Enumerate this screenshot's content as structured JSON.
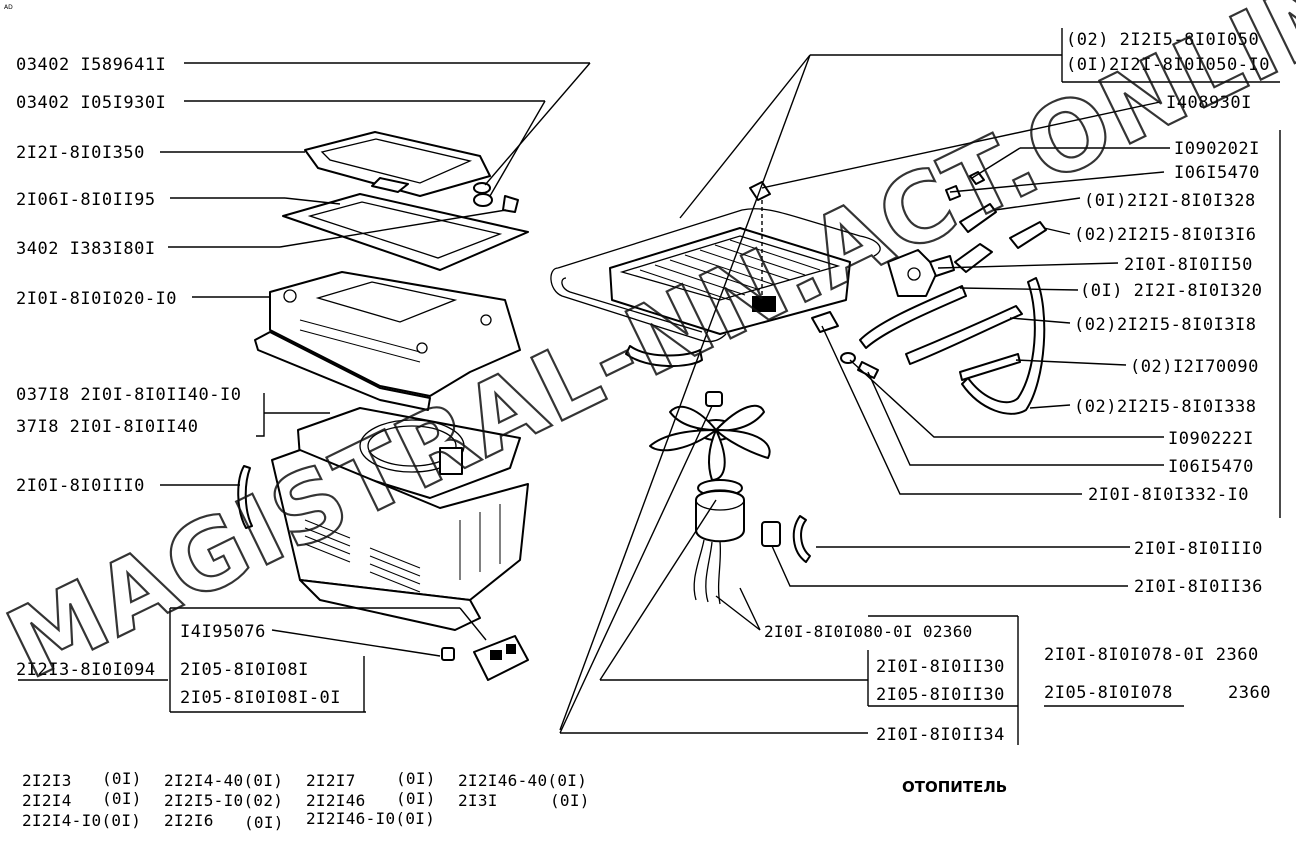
{
  "corner_mark": "AD",
  "title": "ОТОПИТЕЛЬ",
  "watermark": "MAGISTRAL-NN.ACT.ONLINE",
  "left_labels": [
    "03402  I589641I",
    "03402  I05I930I",
    "2I2I-8I0I350",
    "2I06I-8I0II95",
    "3402  I383I80I",
    "2I0I-8I0I020-I0",
    "037I8  2I0I-8I0II40-I0",
    "37I8   2I0I-8I0II40",
    "2I0I-8I0III0",
    "I4I95076",
    "2I2I3-8I0I094",
    "2I05-8I0I08I",
    "2I05-8I0I08I-0I"
  ],
  "right_labels": [
    "(02)  2I2I5-8I0I050",
    "(0I)2I2I-8I0I050-I0",
    "I408930I",
    "I090202I",
    "I06I5470",
    "(0I)2I2I-8I0I328",
    "(02)2I2I5-8I0I3I6",
    "2I0I-8I0II50",
    "(0I) 2I2I-8I0I320",
    "(02)2I2I5-8I0I3I8",
    "(02)I2I70090",
    "(02)2I2I5-8I0I338",
    "I090222I",
    "I06I5470",
    "2I0I-8I0I332-I0",
    "2I0I-8I0III0",
    "2I0I-8I0II36"
  ],
  "lower_labels": [
    "2I0I-8I0I080-0I 02360",
    "2I0I-8I0II30",
    "2I05-8I0II30",
    "2I0I-8I0II34",
    "2I0I-8I0I078-0I  2360",
    "2I05-8I0I078",
    "2360"
  ],
  "models": [
    "2I2I3",
    "(0I)",
    "2I2I4-40(0I)",
    "2I2I7",
    "(0I)",
    "2I2I46-40(0I)",
    "2I2I4",
    "(0I)",
    "2I2I5-I0(02)",
    "2I2I46",
    "(0I)",
    "2I3I",
    "(0I)",
    "2I2I4-I0(0I)",
    "2I2I6",
    "(0I)",
    "2I2I46-I0(0I)"
  ]
}
